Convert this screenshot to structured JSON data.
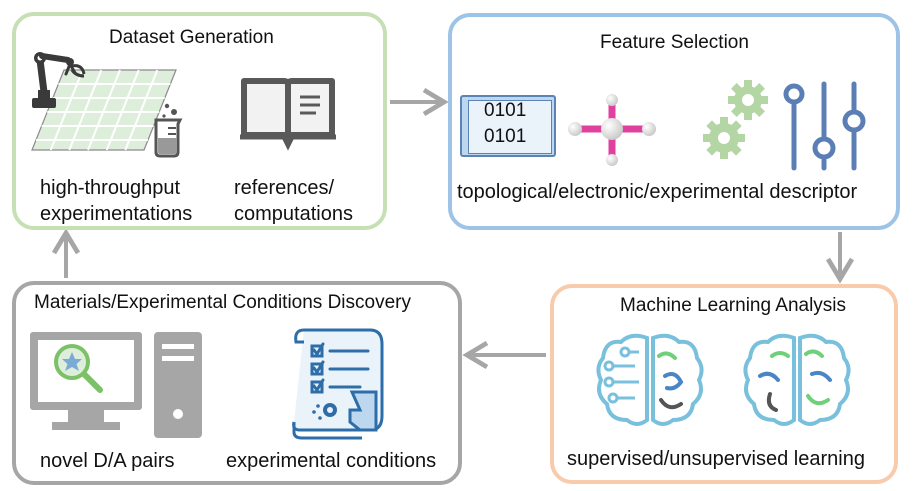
{
  "dataset": {
    "title": "Dataset Generation",
    "left_label": [
      "high-throughput",
      "experimentations"
    ],
    "right_label": [
      "references/",
      "computations"
    ]
  },
  "feature": {
    "title": "Feature Selection",
    "binary": [
      "0101",
      "0101"
    ],
    "label": "topological/electronic/experimental descriptor"
  },
  "ml": {
    "title": "Machine Learning Analysis",
    "label": "supervised/unsupervised learning"
  },
  "discovery": {
    "title": "Materials/Experimental Conditions Discovery",
    "left_label": "novel D/A pairs",
    "right_label": "experimental conditions"
  },
  "colors": {
    "dataset_border": "#c5e0b4",
    "feature_border": "#9dc3e6",
    "ml_border": "#f8cbad",
    "discovery_border": "#a6a6a6",
    "arrow": "#a6a6a6"
  },
  "icons": [
    "robot-arm-icon",
    "grid-plate-icon",
    "beaker-icon",
    "open-book-icon",
    "binary-screen-icon",
    "molecule-icon",
    "gears-icon",
    "sliders-icon",
    "brain-icon",
    "computer-magnifier-icon",
    "checklist-document-icon"
  ]
}
